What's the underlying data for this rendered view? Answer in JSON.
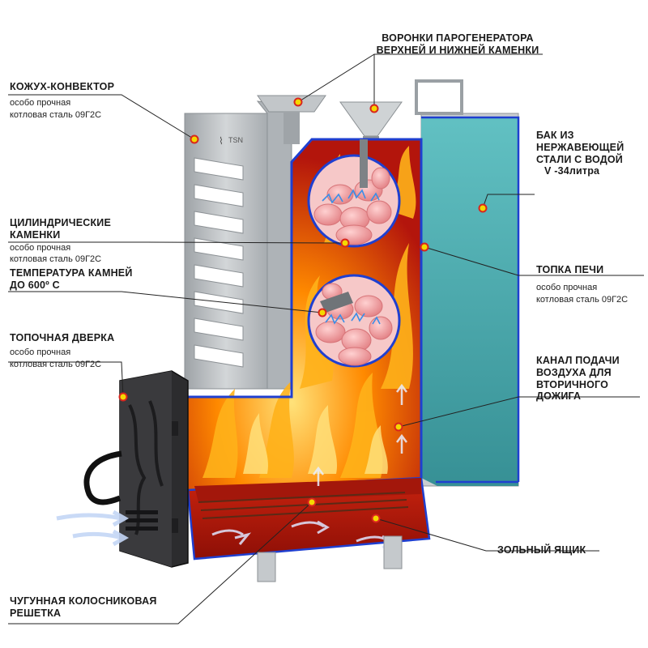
{
  "callouts": {
    "funnels": {
      "title_line1": "ВОРОНКИ ПАРОГЕНЕРАТОРА",
      "title_line2": "ВЕРХНЕЙ И НИЖНЕЙ КАМЕНКИ"
    },
    "casing": {
      "title": "КОЖУХ-КОНВЕКТОР",
      "sub_line1": "особо прочная",
      "sub_line2": "котловая сталь 09Г2С"
    },
    "tank": {
      "title_line1": "БАК ИЗ",
      "title_line2": "НЕРЖАВЕЮЩЕЙ",
      "title_line3": "СТАЛИ С ВОДОЙ",
      "volume": "V -34литра"
    },
    "stones": {
      "title_line1": "ЦИЛИНДРИЧЕСКИЕ",
      "title_line2": "КАМЕНКИ",
      "sub_line1": "особо прочная",
      "sub_line2": "котловая сталь 09Г2С"
    },
    "temperature": {
      "title_line1": "ТЕМПЕРАТУРА КАМНЕЙ",
      "title_line2": "ДО 600º С"
    },
    "firebox": {
      "title": "ТОПКА ПЕЧИ",
      "sub_line1": "особо прочная",
      "sub_line2": "котловая сталь 09Г2С"
    },
    "door": {
      "title": "ТОПОЧНАЯ ДВЕРКА",
      "sub_line1": "особо прочная",
      "sub_line2": "котловая сталь 09Г2С"
    },
    "air_channel": {
      "title_line1": "КАНАЛ ПОДАЧИ",
      "title_line2": "ВОЗДУХА ДЛЯ",
      "title_line3": "ВТОРИЧНОГО",
      "title_line4": "ДОЖИГА"
    },
    "ash_box": {
      "title": "ЗОЛЬНЫЙ ЯЩИК"
    },
    "grate": {
      "title_line1": "ЧУГУННАЯ КОЛОСНИКОВАЯ",
      "title_line2": "РЕШЕТКА"
    }
  },
  "brand_mark": "TSN",
  "colors": {
    "marker_fill": "#f5d800",
    "marker_ring": "#d8261e",
    "outline_blue": "#1f3fd0",
    "flame_orange": "#ff8a00",
    "ember_red": "#b3150c",
    "water_teal": "#3fa5a8",
    "steel": "#b7bcc0",
    "stone_pink": "#f0a3a3"
  }
}
